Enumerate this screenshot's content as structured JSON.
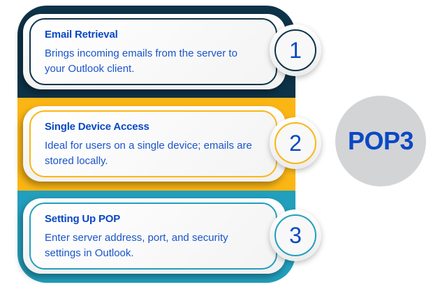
{
  "colors": {
    "navy": "#0d3348",
    "yellow": "#fbb615",
    "teal": "#229fbd",
    "title_blue": "#0a48c4",
    "text_blue": "#1a55c9",
    "badge_gray": "#d3d4d6"
  },
  "steps": [
    {
      "number": "1",
      "title": "Email Retrieval",
      "description": "Brings incoming emails from the server to your Outlook client.",
      "color": "#0d3348"
    },
    {
      "number": "2",
      "title": "Single Device Access",
      "description": "Ideal for users on a single device; emails are stored locally.",
      "color": "#fbb615"
    },
    {
      "number": "3",
      "title": "Setting Up POP",
      "description": "Enter server address, port, and security settings in Outlook.",
      "color": "#229fbd"
    }
  ],
  "badge": {
    "label": "POP3"
  }
}
